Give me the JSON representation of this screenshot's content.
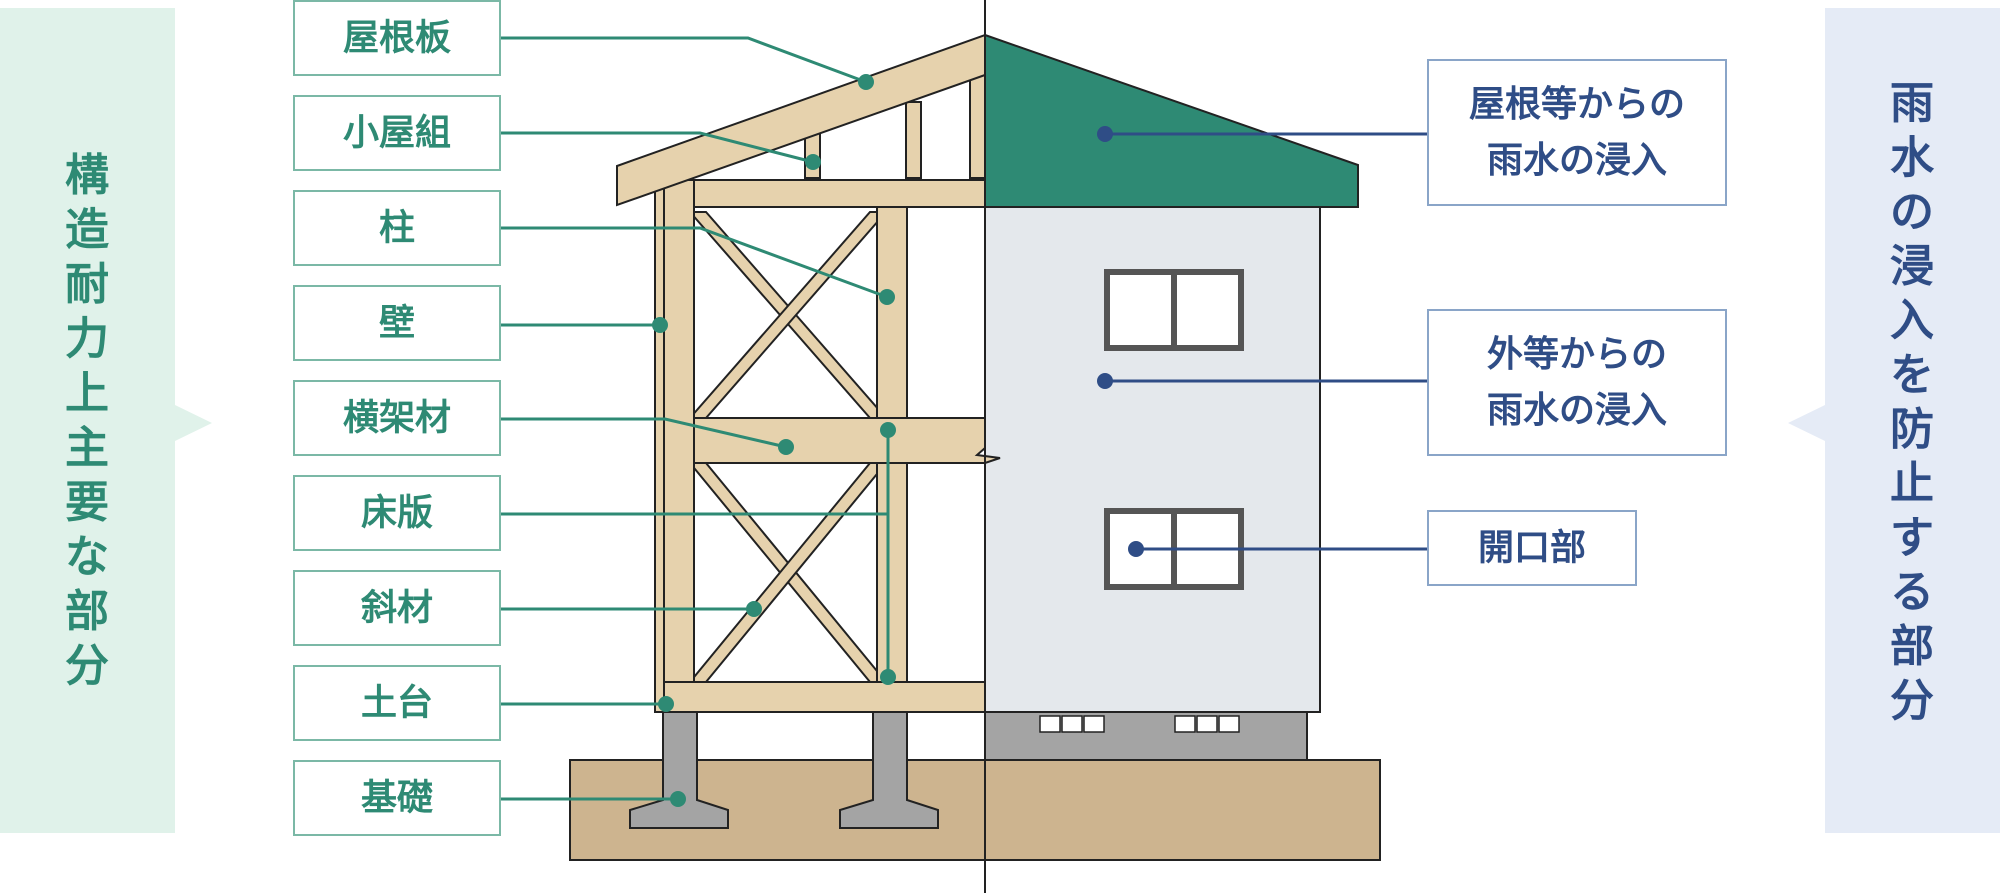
{
  "left_panel": {
    "title": "構造耐力上主要な部分",
    "color": "#2e8a74",
    "background": "#e0f2ea"
  },
  "right_panel": {
    "title": "雨水の浸入を防止する部分",
    "color": "#2f4d86",
    "background": "#e5ebf6"
  },
  "structural_parts": [
    {
      "label": "屋根板"
    },
    {
      "label": "小屋組"
    },
    {
      "label": "柱"
    },
    {
      "label": "壁"
    },
    {
      "label": "横架材"
    },
    {
      "label": "床版"
    },
    {
      "label": "斜材"
    },
    {
      "label": "土台"
    },
    {
      "label": "基礎"
    }
  ],
  "rain_parts": [
    {
      "lines": [
        "屋根等からの",
        "雨水の浸入"
      ]
    },
    {
      "lines": [
        "外等からの",
        "雨水の浸入"
      ]
    },
    {
      "lines": [
        "開口部"
      ]
    }
  ],
  "colors": {
    "wood": "#e6d2ad",
    "ground": "#cdb48f",
    "roof": "#2e8a74",
    "wall": "#e4e8ec",
    "concrete": "#a4a4a4",
    "green_line": "#2e8a74",
    "blue_line": "#2f4d86"
  }
}
